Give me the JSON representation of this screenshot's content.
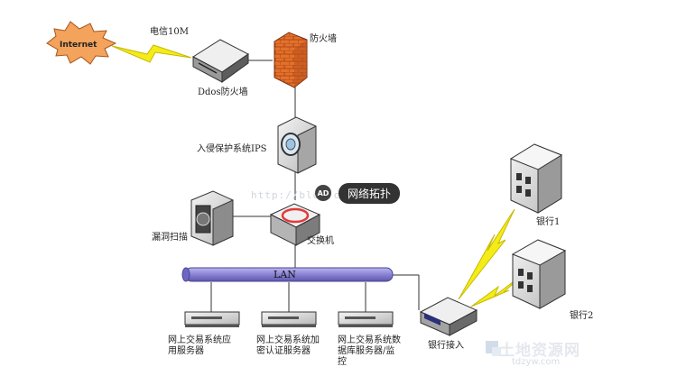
{
  "internet": "Internet",
  "link_isp": "电信10M",
  "ddos_firewall": "Ddos防火墙",
  "firewall": "防火墙",
  "ips": "入侵保护系统IPS",
  "vuln_scan": "漏洞扫描",
  "switch": "交换机",
  "lan": "LAN",
  "server_app": "网上交易系统应用服务器",
  "server_crypto": "网上交易系统加密认证服务器",
  "server_db": "网上交易系统数据库服务器/监控",
  "bank_access": "银行接入",
  "bank1": "银行1",
  "bank2": "银行2",
  "overlay_badge": "网络拓扑",
  "overlay_ad": "AD",
  "watermark_main": "土地资源网",
  "watermark_sub": "tdzyw.com",
  "watermark_url": "http://blog.csdn.net/",
  "colors": {
    "lightning": "#f3ec18",
    "lightning_stroke": "#c8b800",
    "lan_bar": "#8c86d6",
    "firewall": "#e4702a",
    "device_grey": "#dcdcdc"
  }
}
